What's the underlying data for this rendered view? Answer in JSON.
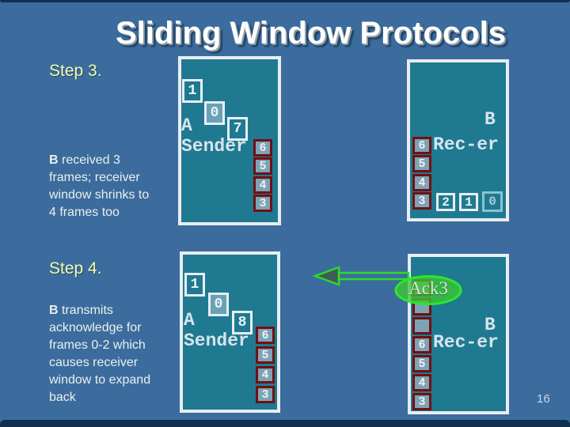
{
  "title": "Sliding Window Protocols",
  "page_number": "16",
  "colors": {
    "background": "#3C6C9E",
    "panel_teal": "#1F7A91",
    "frame_border_white": "#E8EEF4",
    "window_border_maroon": "#711013",
    "window_fill": "#7FA3B5",
    "accent_green": "#2BE82B",
    "step_label_yellow": "#F2FAB0"
  },
  "step3": {
    "label": "Step 3.",
    "desc_bold": "B",
    "desc_lines": [
      "received 3",
      "frames; receiver",
      "window shrinks to",
      "4 frames too"
    ],
    "sender": {
      "label_line1": "A",
      "label_line2": "Sender",
      "cascade": [
        "1",
        "0",
        "7"
      ],
      "window": [
        "6",
        "5",
        "4",
        "3"
      ]
    },
    "receiver": {
      "label_line1": "B",
      "label_line2": "Rec-er",
      "window": [
        "6",
        "5",
        "4",
        "3"
      ],
      "received": [
        "2",
        "1"
      ],
      "faded": "0"
    }
  },
  "step4": {
    "label": "Step 4.",
    "desc_bold": "B",
    "desc_lines": [
      "transmits",
      "acknowledge for",
      "frames 0-2 which",
      "causes receiver",
      "window to expand",
      "back"
    ],
    "sender": {
      "label_line1": "A",
      "label_line2": "Sender",
      "cascade": [
        "1",
        "0",
        "8"
      ],
      "window": [
        "6",
        "5",
        "4",
        "3"
      ]
    },
    "receiver": {
      "label_line1": "B",
      "label_line2": "Rec-er",
      "ack_label": "Ack3",
      "window": [
        "6",
        "5",
        "4",
        "3"
      ]
    }
  }
}
